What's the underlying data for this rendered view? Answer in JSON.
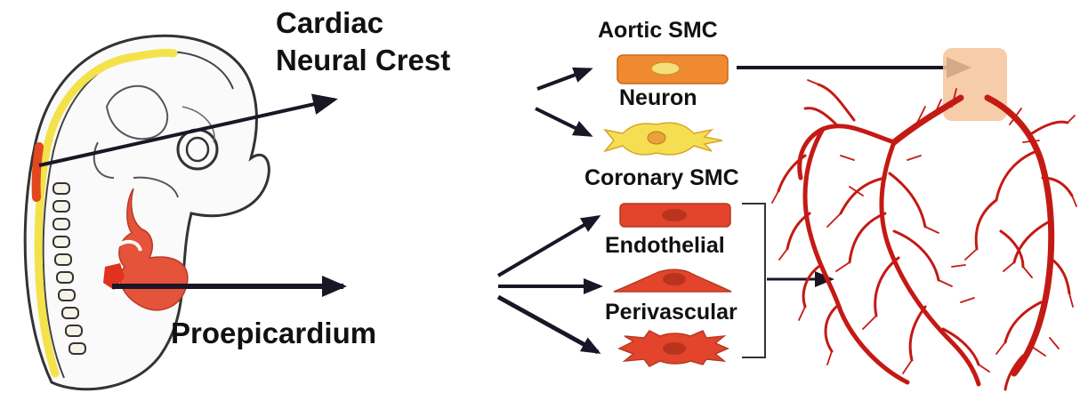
{
  "labels": {
    "cardiac_line1": "Cardiac",
    "cardiac_line2": "Neural Crest",
    "proepicardium": "Proepicardium",
    "aortic_smc": "Aortic SMC",
    "neuron": "Neuron",
    "coronary_smc": "Coronary SMC",
    "endothelial": "Endothelial",
    "perivascular": "Perivascular"
  },
  "colors": {
    "text": "#111111",
    "arrow": "#1a1626",
    "embryo_outline": "#333333",
    "neural_tube": "#f3e24a",
    "neural_crest_region": "#e2471f",
    "heart_primordium": "#e5533a",
    "aortic_smc_cell": "#f08a30",
    "neuron_cell": "#f6de52",
    "coronary_cell": "#e2452b",
    "vessels": "#c41a14",
    "aorta_root": "#f6c49a"
  },
  "icons": [
    "embryo-illustration",
    "aortic-smc-cell-icon",
    "neuron-cell-icon",
    "coronary-smc-cell-icon",
    "endothelial-cell-icon",
    "perivascular-cell-icon",
    "coronary-vessel-tree-illustration"
  ]
}
